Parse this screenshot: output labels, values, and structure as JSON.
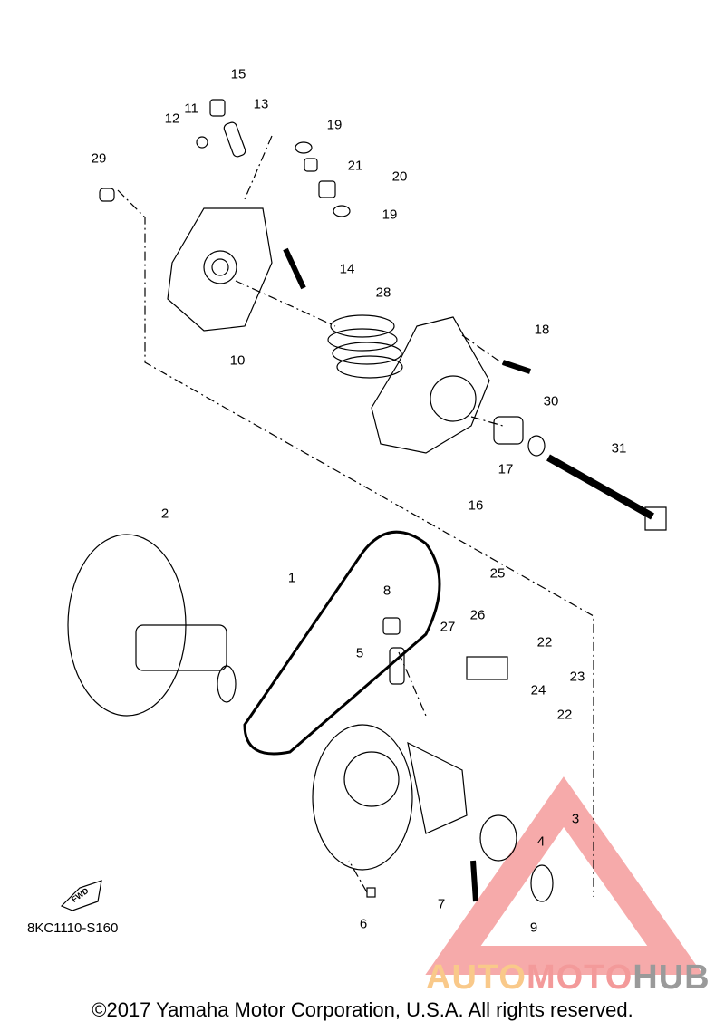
{
  "diagram_code": "8KC1110-S160",
  "fwd_label": "FWD",
  "copyright": "©2017 Yamaha Motor Corporation, U.S.A. All rights reserved.",
  "watermark": {
    "part1": "AUTO",
    "part2": "MOTO",
    "part3": "HUB",
    "colors": [
      "#f9c98a",
      "#f39a9a",
      "#9a9a9a"
    ]
  },
  "callouts": [
    "15",
    "11",
    "13",
    "12",
    "19",
    "21",
    "20",
    "29",
    "19",
    "14",
    "28",
    "18",
    "10",
    "30",
    "31",
    "17",
    "16",
    "2",
    "25",
    "1",
    "8",
    "26",
    "27",
    "22",
    "5",
    "23",
    "24",
    "22",
    "3",
    "4",
    "7",
    "6",
    "9"
  ]
}
